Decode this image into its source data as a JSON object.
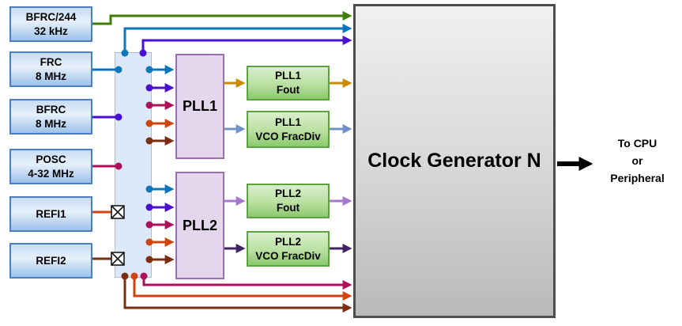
{
  "diagram": {
    "sources": [
      {
        "label": "BFRC/244",
        "sub": "32 kHz"
      },
      {
        "label": "FRC",
        "sub": "8 MHz"
      },
      {
        "label": "BFRC",
        "sub": "8 MHz"
      },
      {
        "label": "POSC",
        "sub": "4-32 MHz"
      },
      {
        "label": "REFI1"
      },
      {
        "label": "REFI2"
      }
    ],
    "plls": [
      {
        "label": "PLL1"
      },
      {
        "label": "PLL2"
      }
    ],
    "pll_outputs": [
      {
        "label": "PLL1",
        "sub": "Fout"
      },
      {
        "label": "PLL1",
        "sub": "VCO FracDiv"
      },
      {
        "label": "PLL2",
        "sub": "Fout"
      },
      {
        "label": "PLL2",
        "sub": "VCO FracDiv"
      }
    ],
    "clock_generator": {
      "label": "Clock Generator N"
    },
    "destination": {
      "line1": "To CPU",
      "line2": "or",
      "line3": "Peripheral"
    },
    "colors": {
      "green": "#3e7d0a",
      "blue": "#0b76ba",
      "violet": "#4a0dd2",
      "crimson": "#b00f5a",
      "orange_red": "#d2440e",
      "brown": "#7b2e10",
      "amber": "#cc8a00",
      "steel_blue": "#7191c9",
      "orchid": "#a478cc",
      "dark_violet": "#3d2462",
      "black": "#000000"
    }
  }
}
